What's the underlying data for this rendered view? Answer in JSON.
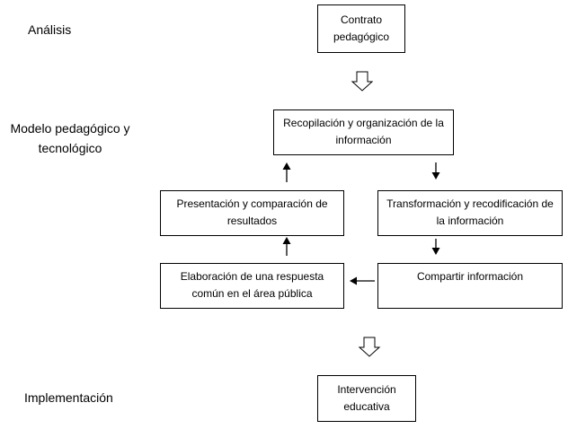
{
  "stages": {
    "analysis": "Análisis",
    "model_line1": "Modelo pedagógico  y",
    "model_line2": "tecnológico",
    "implementation": "Implementación"
  },
  "boxes": {
    "contract": "Contrato pedagógico",
    "collection": "Recopilación y organización de la información",
    "transformation": "Transformación y recodificación de la información",
    "share": "Compartir información",
    "common_answer": "Elaboración de una respuesta común en el área pública",
    "presentation": "Presentación y comparación de resultados",
    "intervention": "Intervención educativa"
  }
}
